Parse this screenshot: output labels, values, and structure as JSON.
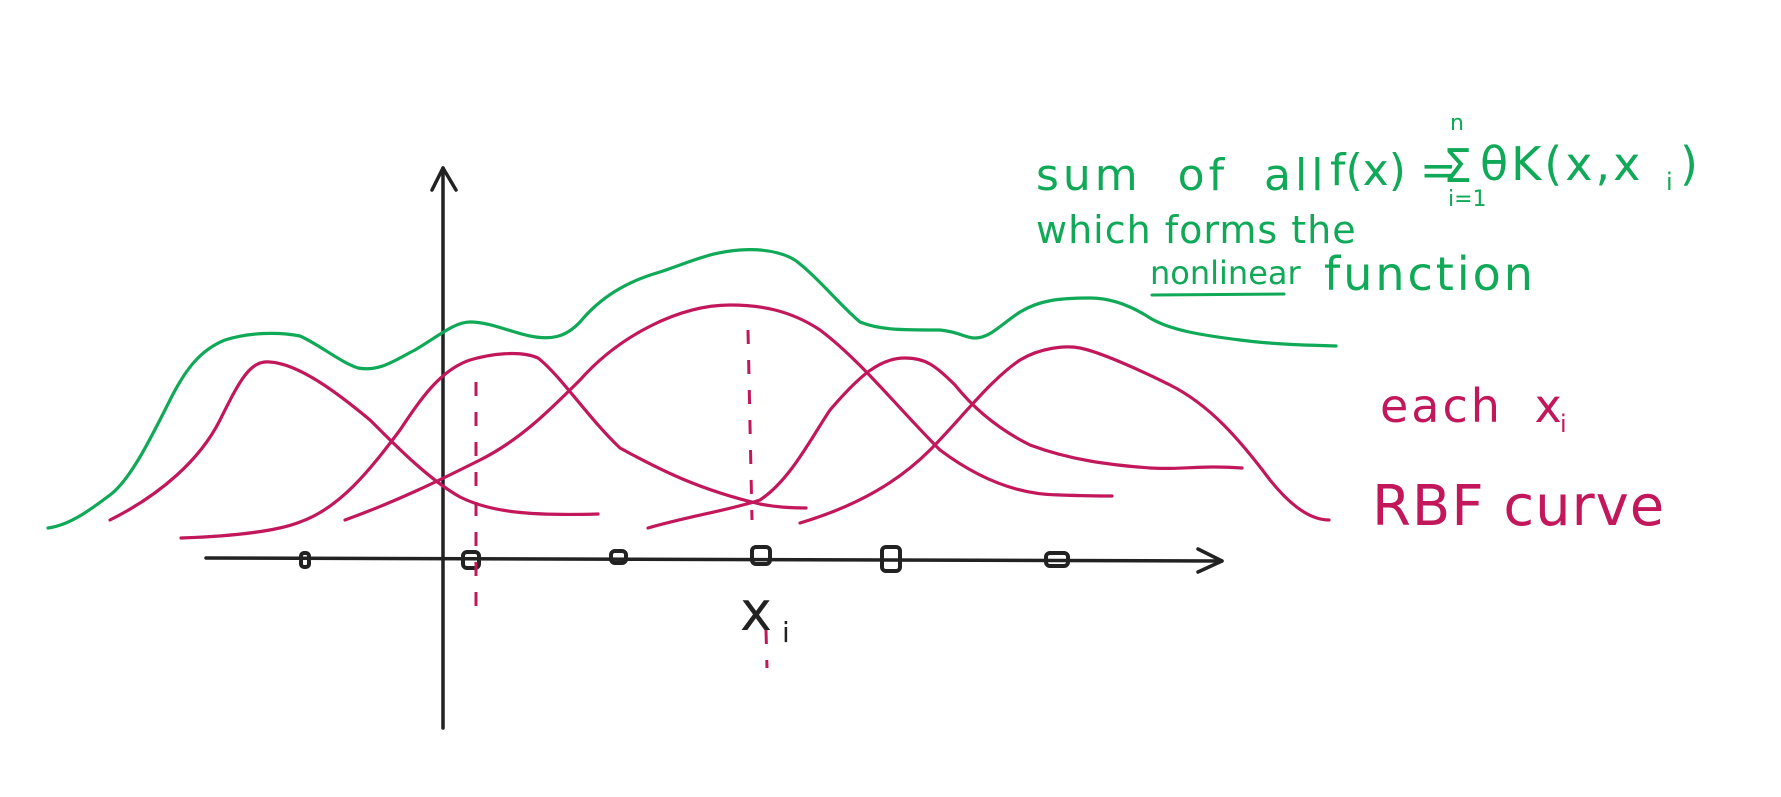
{
  "colors": {
    "sum_curve": "#0fa957",
    "rbf_curve": "#c2185b",
    "axes": "#222222"
  },
  "labels": {
    "sum_line1_prefix": "sum of all",
    "formula_lhs": "f(x) =",
    "formula_sum_top": "n",
    "formula_sum_symbol": "Σ",
    "formula_sum_bottom": "i=1",
    "formula_rhs": "θK(x,x",
    "formula_rhs_sub": "i",
    "formula_rhs_close": ")",
    "sum_line2": "which forms the",
    "sum_line3_underlined": "nonlinear",
    "sum_line3_rest": "function",
    "each_prefix": "each x",
    "each_sub": "i",
    "rbf_curve": "RBF curve",
    "xi": "x",
    "xi_sub": "i"
  }
}
